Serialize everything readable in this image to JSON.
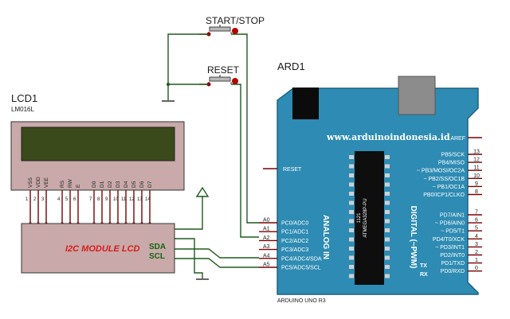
{
  "buttons": {
    "start_stop": "START/STOP",
    "reset": "RESET"
  },
  "lcd": {
    "ref": "LCD1",
    "model": "LM016L",
    "pins": [
      "VSS",
      "VDD",
      "VEE",
      "RS",
      "RW",
      "E",
      "D0",
      "D1",
      "D2",
      "D3",
      "D4",
      "D5",
      "D6",
      "D7"
    ],
    "pin_numbers": [
      "1",
      "2",
      "3",
      "4",
      "5",
      "6",
      "7",
      "8",
      "9",
      "10",
      "11",
      "12",
      "13",
      "14"
    ]
  },
  "i2c": {
    "title": "I2C MODULE LCD",
    "sda": "SDA",
    "scl": "SCL"
  },
  "arduino": {
    "ref": "ARD1",
    "caption": "ARDUINO UNO R3",
    "website": "www.arduinoindonesia.id",
    "chip_line1": "1121",
    "chip_line2": "ATMEGA328P-PU",
    "analog_label": "ANALOG IN",
    "digital_label": "DIGITAL (~PWM)",
    "reset_label": "RESET",
    "aref_label": "AREF",
    "tx": "TX",
    "rx": "RX",
    "left_pins": [
      {
        "num": "A0",
        "name": "PC0/ADC0"
      },
      {
        "num": "A1",
        "name": "PC1/ADC1"
      },
      {
        "num": "A2",
        "name": "PC2/ADC2"
      },
      {
        "num": "A3",
        "name": "PC3/ADC3"
      },
      {
        "num": "A4",
        "name": "PC4/ADC4/SDA"
      },
      {
        "num": "A5",
        "name": "PC5/ADC5/SCL"
      }
    ],
    "right_top_pins": [
      {
        "num": "13",
        "name": "PB5/SCK"
      },
      {
        "num": "12",
        "name": "PB4/MISO"
      },
      {
        "num": "11",
        "name": "~ PB3/MOSI/OC2A"
      },
      {
        "num": "10",
        "name": "~ PB2/SS/OC1B"
      },
      {
        "num": "9",
        "name": "~ PB1/OC1A"
      },
      {
        "num": "8",
        "name": "PB0/ICP1/CLKO"
      }
    ],
    "right_bottom_pins": [
      {
        "num": "7",
        "name": "PD7/AIN1"
      },
      {
        "num": "6",
        "name": "~ PD6/AIN0"
      },
      {
        "num": "5",
        "name": "~ PD5/T1"
      },
      {
        "num": "4",
        "name": "PD4/T0/XCK"
      },
      {
        "num": "3",
        "name": "~ PD3/INT1"
      },
      {
        "num": "2",
        "name": "PD2/INT0"
      },
      {
        "num": "1",
        "name": "PD1/TXD"
      },
      {
        "num": "0",
        "name": "PD0/RXD"
      }
    ]
  },
  "colors": {
    "board": "#2e8bb3",
    "board_edge": "#1a5f80",
    "lcd_panel": "#c9a9a9",
    "lcd_screen": "#3a4a1a",
    "module": "#c9a9a9",
    "wire": "#1f5a1f",
    "pin": "#7a0000",
    "title_red": "#d81c1c",
    "text_green": "#116611"
  }
}
